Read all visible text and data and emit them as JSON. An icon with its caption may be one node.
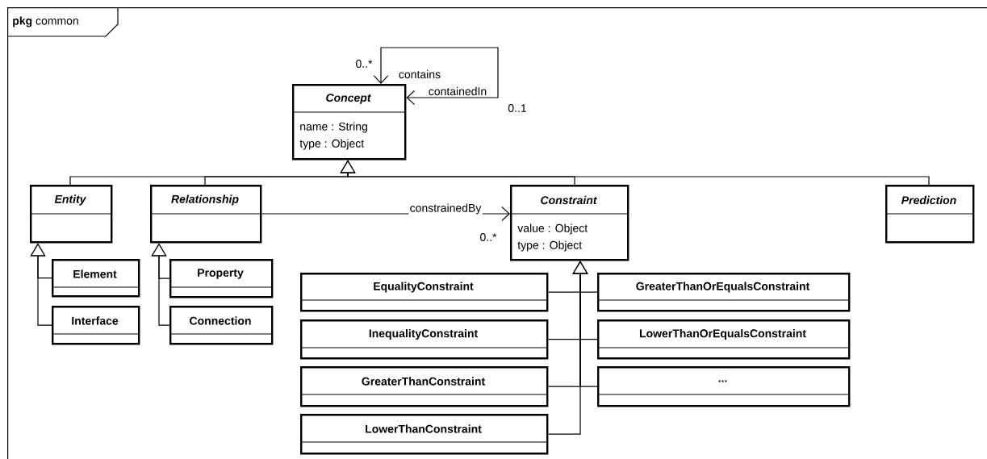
{
  "diagram": {
    "nodes": [
      {
        "text": [
          "**pkg** common"
        ]
      },
      {
        "text": [
          "Concept",
          "name : String",
          "type : Object"
        ],
        "in": 0
      },
      {
        "text": [
          "Entity"
        ],
        "in": 0
      },
      {
        "text": [
          "Relationship"
        ],
        "in": 0
      },
      {
        "text": [
          "Constraint",
          "value : Object",
          "type : Object"
        ],
        "in": 0
      },
      {
        "text": [
          "Prediction"
        ],
        "in": 0
      },
      {
        "text": [
          "Element"
        ],
        "in": 0
      },
      {
        "text": [
          "Interface"
        ],
        "in": 0
      },
      {
        "text": [
          "Property"
        ],
        "in": 0
      },
      {
        "text": [
          "Connection"
        ],
        "in": 0
      },
      {
        "text": [
          "EqualityConstraint"
        ],
        "in": 0
      },
      {
        "text": [
          "GreaterThanOrEqualsConstraint"
        ],
        "in": 0
      },
      {
        "text": [
          "InequalityConstraint"
        ],
        "in": 0
      },
      {
        "text": [
          "LowerThanOrEqualsConstraint"
        ],
        "in": 0
      },
      {
        "text": [
          "GreaterThanConstraint"
        ],
        "in": 0
      },
      {
        "text": [
          "..."
        ],
        "in": 0
      },
      {
        "text": [
          "LowerThanConstraint"
        ],
        "in": 0
      }
    ],
    "edges": [
      {
        "from": 1,
        "to": 1,
        "arrow": "both",
        "label": "contains"
      },
      {
        "from": 2,
        "to": 1,
        "arrow": "to"
      },
      {
        "from": 3,
        "to": 1,
        "arrow": "to"
      },
      {
        "from": 4,
        "to": 1,
        "arrow": "to"
      },
      {
        "from": 5,
        "to": 1,
        "arrow": "to"
      },
      {
        "from": 3,
        "to": 4,
        "arrow": "to",
        "label": "constrainedBy"
      },
      {
        "from": 6,
        "to": 2,
        "arrow": "to"
      },
      {
        "from": 7,
        "to": 2,
        "arrow": "to"
      },
      {
        "from": 8,
        "to": 3,
        "arrow": "to"
      },
      {
        "from": 9,
        "to": 3,
        "arrow": "to"
      },
      {
        "from": 10,
        "to": 4,
        "arrow": "to"
      },
      {
        "from": 11,
        "to": 4,
        "arrow": "to"
      },
      {
        "from": 12,
        "to": 4,
        "arrow": "to"
      },
      {
        "from": 13,
        "to": 4,
        "arrow": "to"
      },
      {
        "from": 14,
        "to": 4,
        "arrow": "to"
      },
      {
        "from": 15,
        "to": 4,
        "arrow": "to"
      },
      {
        "from": 16,
        "to": 4,
        "arrow": "to"
      }
    ],
    "labels": [
      "0..*",
      "containedIn",
      "0..1",
      "0..*"
    ]
  }
}
